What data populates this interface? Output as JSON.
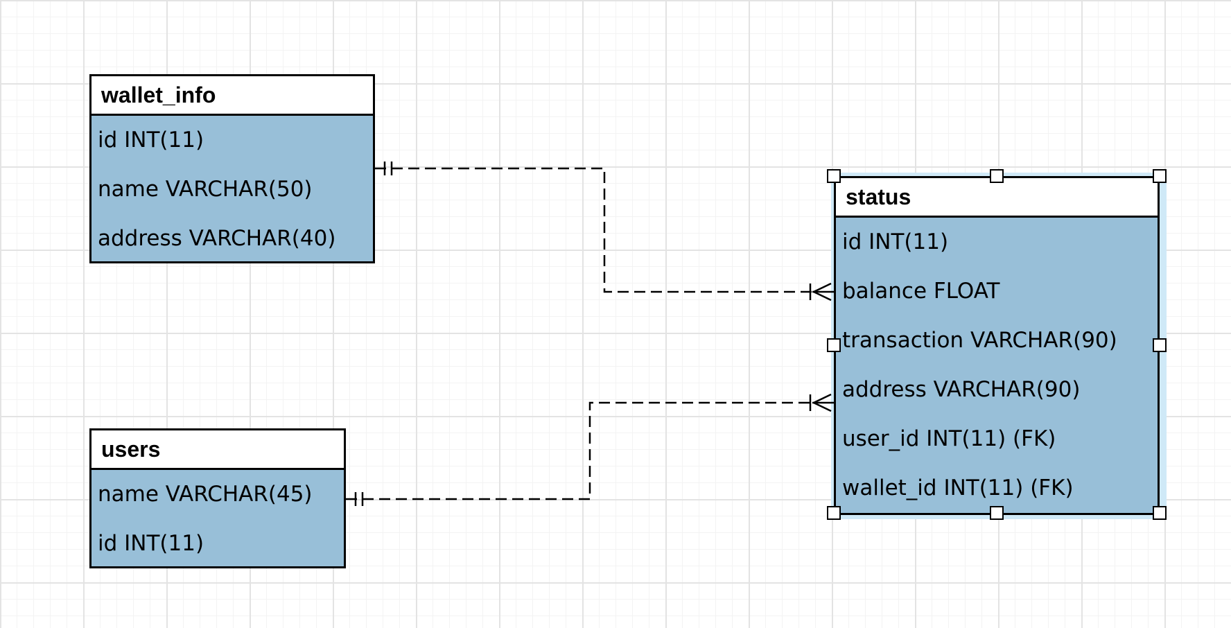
{
  "diagram": {
    "entities": [
      {
        "key": "wallet_info",
        "title": "wallet_info",
        "fields": [
          "id INT(11)",
          "name VARCHAR(50)",
          "address VARCHAR(40)"
        ]
      },
      {
        "key": "users",
        "title": "users",
        "fields": [
          "name VARCHAR(45)",
          "id INT(11)"
        ]
      },
      {
        "key": "status",
        "title": "status",
        "selected": true,
        "fields": [
          "id INT(11)",
          "balance FLOAT",
          "transaction VARCHAR(90)",
          "address VARCHAR(90)",
          "user_id INT(11) (FK)",
          "wallet_id INT(11) (FK)"
        ]
      }
    ],
    "relationships": [
      {
        "from": "wallet_info.name",
        "to": "status.balance",
        "from_end": "one-and-only-one",
        "to_end": "one-or-many",
        "line_style": "dashed"
      },
      {
        "from": "users.name",
        "to": "status.address",
        "from_end": "one-and-only-one",
        "to_end": "one-or-many",
        "line_style": "dashed"
      }
    ],
    "colors": {
      "entity_body": "#98bfd8",
      "entity_header": "#ffffff",
      "selection_glow": "#cfe9f7",
      "grid_major": "#e3e3e3",
      "grid_minor": "#f3f3f3",
      "stroke": "#000000"
    }
  }
}
